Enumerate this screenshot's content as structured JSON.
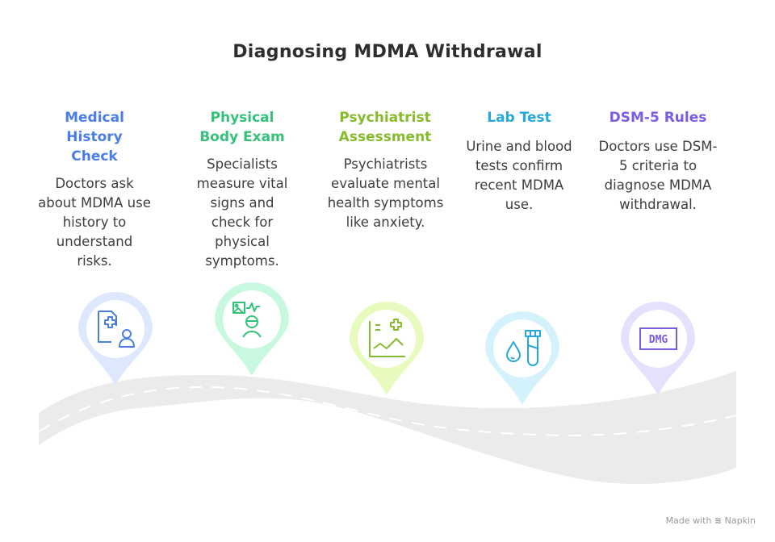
{
  "title": "Diagnosing MDMA Withdrawal",
  "steps": [
    {
      "heading": "Medical History Check",
      "description": "Doctors ask about MDMA use history to understand risks.",
      "color": "#4a7ee6",
      "pin_color": "#dde8fd",
      "icon": "medical-record-user-icon"
    },
    {
      "heading": "Physical Body Exam",
      "description": "Specialists measure vital signs and check for physical symptoms.",
      "color": "#34c27a",
      "pin_color": "#c9f8e1",
      "icon": "vitals-patient-icon"
    },
    {
      "heading": "Psychiatrist Assessment",
      "description": "Psychiatrists evaluate mental health symptoms like anxiety.",
      "color": "#86bb2c",
      "pin_color": "#e8fbbf",
      "icon": "health-chart-icon"
    },
    {
      "heading": "Lab Test",
      "description": "Urine and blood tests confirm recent MDMA use.",
      "color": "#27a8d9",
      "pin_color": "#d3f2fc",
      "icon": "drop-test-tube-icon"
    },
    {
      "heading": "DSM-5 Rules",
      "description": "Doctors use DSM-5 criteria to diagnose MDMA withdrawal.",
      "color": "#7a5de3",
      "pin_color": "#e6e0fc",
      "icon": "dmg-badge-icon"
    }
  ],
  "icon_text": {
    "dmg": "DMG"
  },
  "footer": {
    "made_with": "Made with",
    "brand": "Napkin"
  }
}
